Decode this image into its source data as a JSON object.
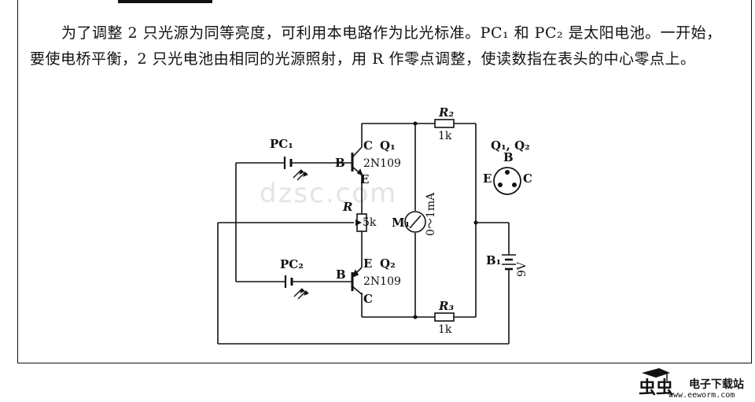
{
  "caption": "为了调整 2 只光源为同等亮度，可利用本电路作为比光标准。PC₁ 和 PC₂ 是太阳电池。一开始，要使电桥平衡，2 只光电池由相同的光源照射，用 R 作零点调整，使读数指在表头的中心零点上。",
  "labels": {
    "pc1": "PC₁",
    "pc2": "PC₂",
    "q1": "Q₁",
    "q2": "Q₂",
    "q1_part": "2N109",
    "q2_part": "2N109",
    "b": "B",
    "c": "C",
    "e": "E",
    "r": "R",
    "r_val": "5k",
    "r2": "R₂",
    "r2_val": "1k",
    "r3": "R₃",
    "r3_val": "1k",
    "meter": "M₁",
    "meter_range": "0～1mA",
    "battery": "B₁",
    "battery_val": "9V",
    "pinout_title": "Q₁, Q₂",
    "pin_b": "B",
    "pin_e": "E",
    "pin_c": "C"
  },
  "watermark": "dzsc.com",
  "logo": {
    "name": "电子下载站",
    "url": "www.eeworm.com",
    "accent": "#e2231a"
  }
}
